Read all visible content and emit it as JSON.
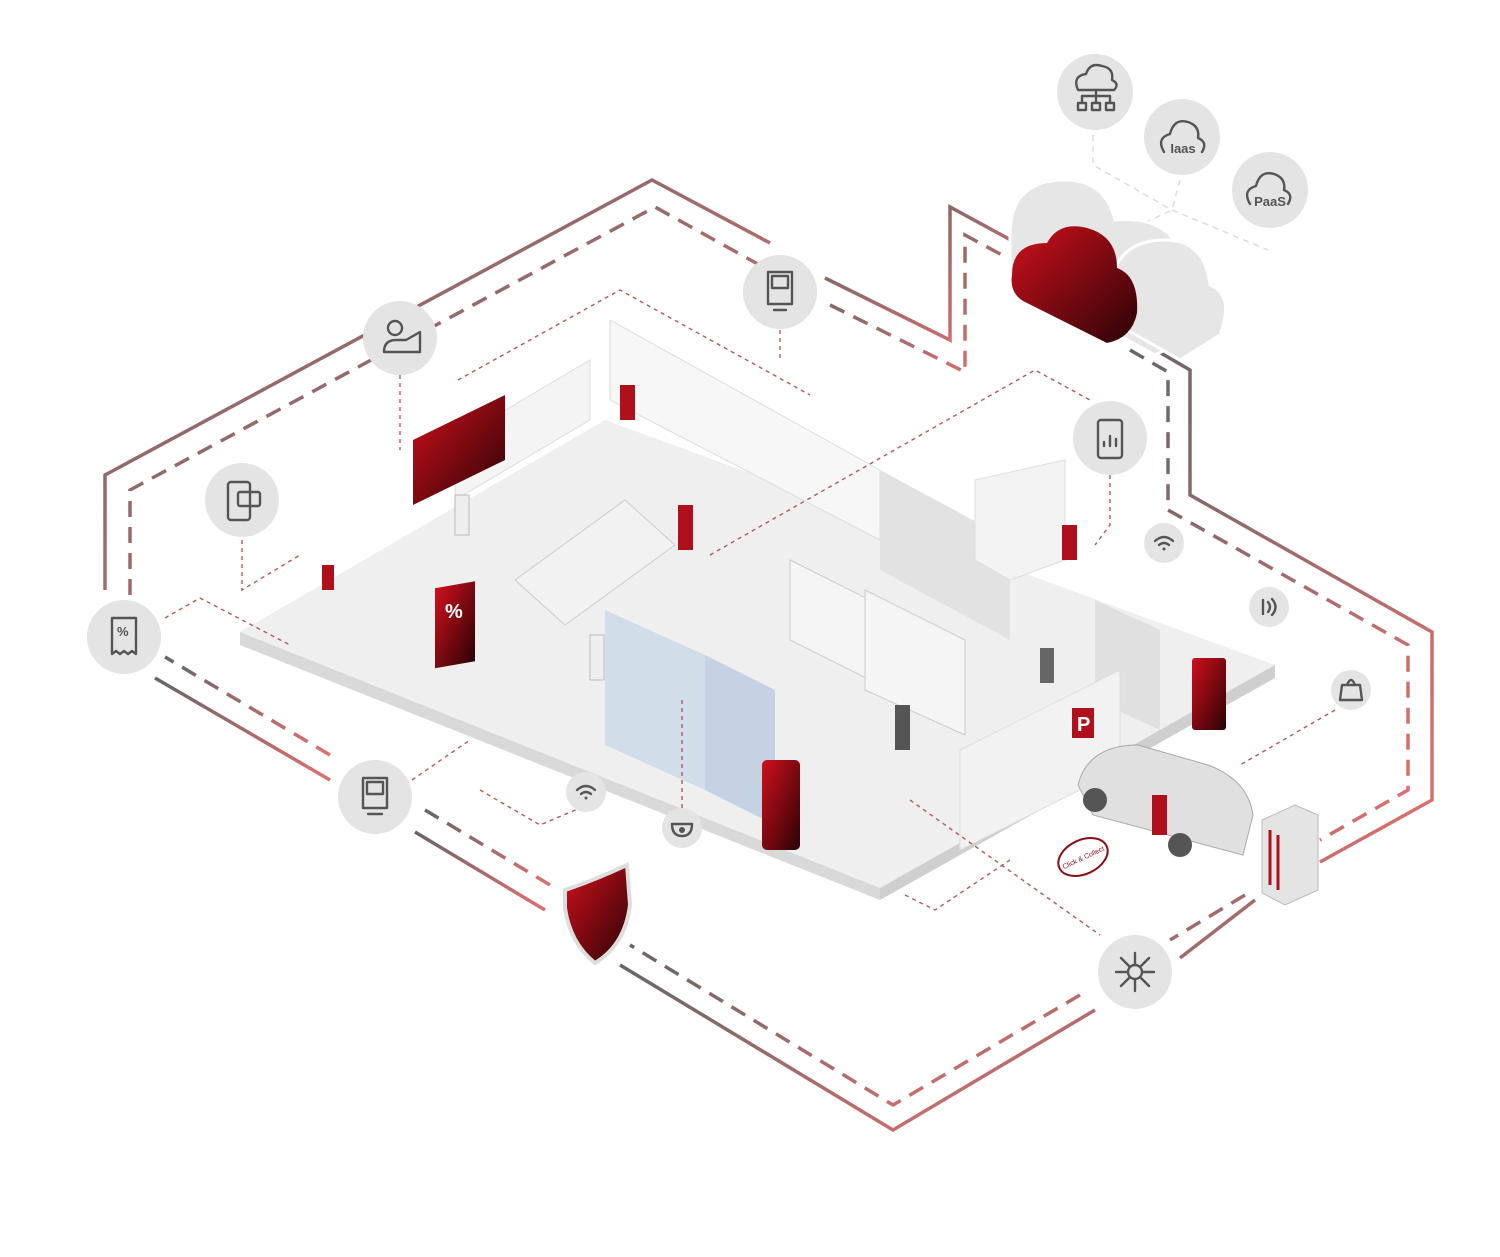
{
  "colors": {
    "accent": "#b0101c",
    "accent_dark": "#3a0508",
    "frame_gray": "#666666",
    "frame_red": "#e07070",
    "icon_bg": "#e4e4e4",
    "floor": "#ececec"
  },
  "cloud_services": {
    "network_icon": "cloud-network-icon",
    "iaas_label": "Iaas",
    "paas_label": "PaaS"
  },
  "icons": [
    "customer-service-icon",
    "kiosk-terminal-icon",
    "mobile-analytics-icon",
    "mobile-payment-icon",
    "receipt-discount-icon",
    "pos-terminal-icon",
    "network-hub-icon",
    "wifi-icon",
    "nfc-icon",
    "shopping-bag-icon",
    "security-camera-icon",
    "shield-icon",
    "server-icon",
    "cloud-icon"
  ],
  "store": {
    "promo_sign": "%",
    "parking_sign": "P",
    "click_collect_label": "Click & Collect"
  }
}
